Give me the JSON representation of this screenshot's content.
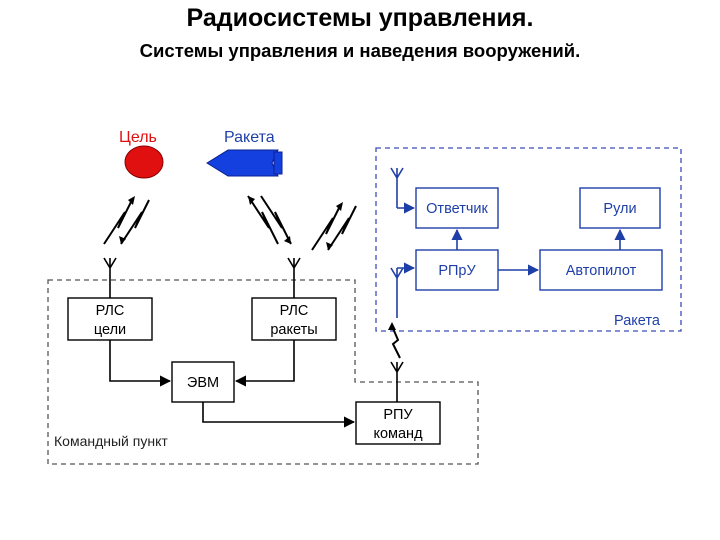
{
  "header": {
    "title": "Радиосистемы управления.",
    "subtitle": "Системы управления и наведения вооружений."
  },
  "diagram": {
    "target_label": "Цель",
    "rocket_label": "Ракета",
    "rls_target": [
      "РЛС",
      "цели"
    ],
    "rls_rocket": [
      "РЛС",
      "ракеты"
    ],
    "computer": "ЭВМ",
    "rpu_commands": [
      "РПУ",
      "команд"
    ],
    "command_post_label": "Командный пункт",
    "transponder": "Ответчик",
    "rudders": "Рули",
    "rpru": "РПрУ",
    "autopilot": "Автопилот",
    "rocket_group_label": "Ракета"
  },
  "colors": {
    "target_fill": "#e01010",
    "rocket_fill": "#1540e0",
    "rocket_block_stroke": "#1f3fa8",
    "label_red": "#e01010",
    "label_blue": "#1f3fa8"
  }
}
